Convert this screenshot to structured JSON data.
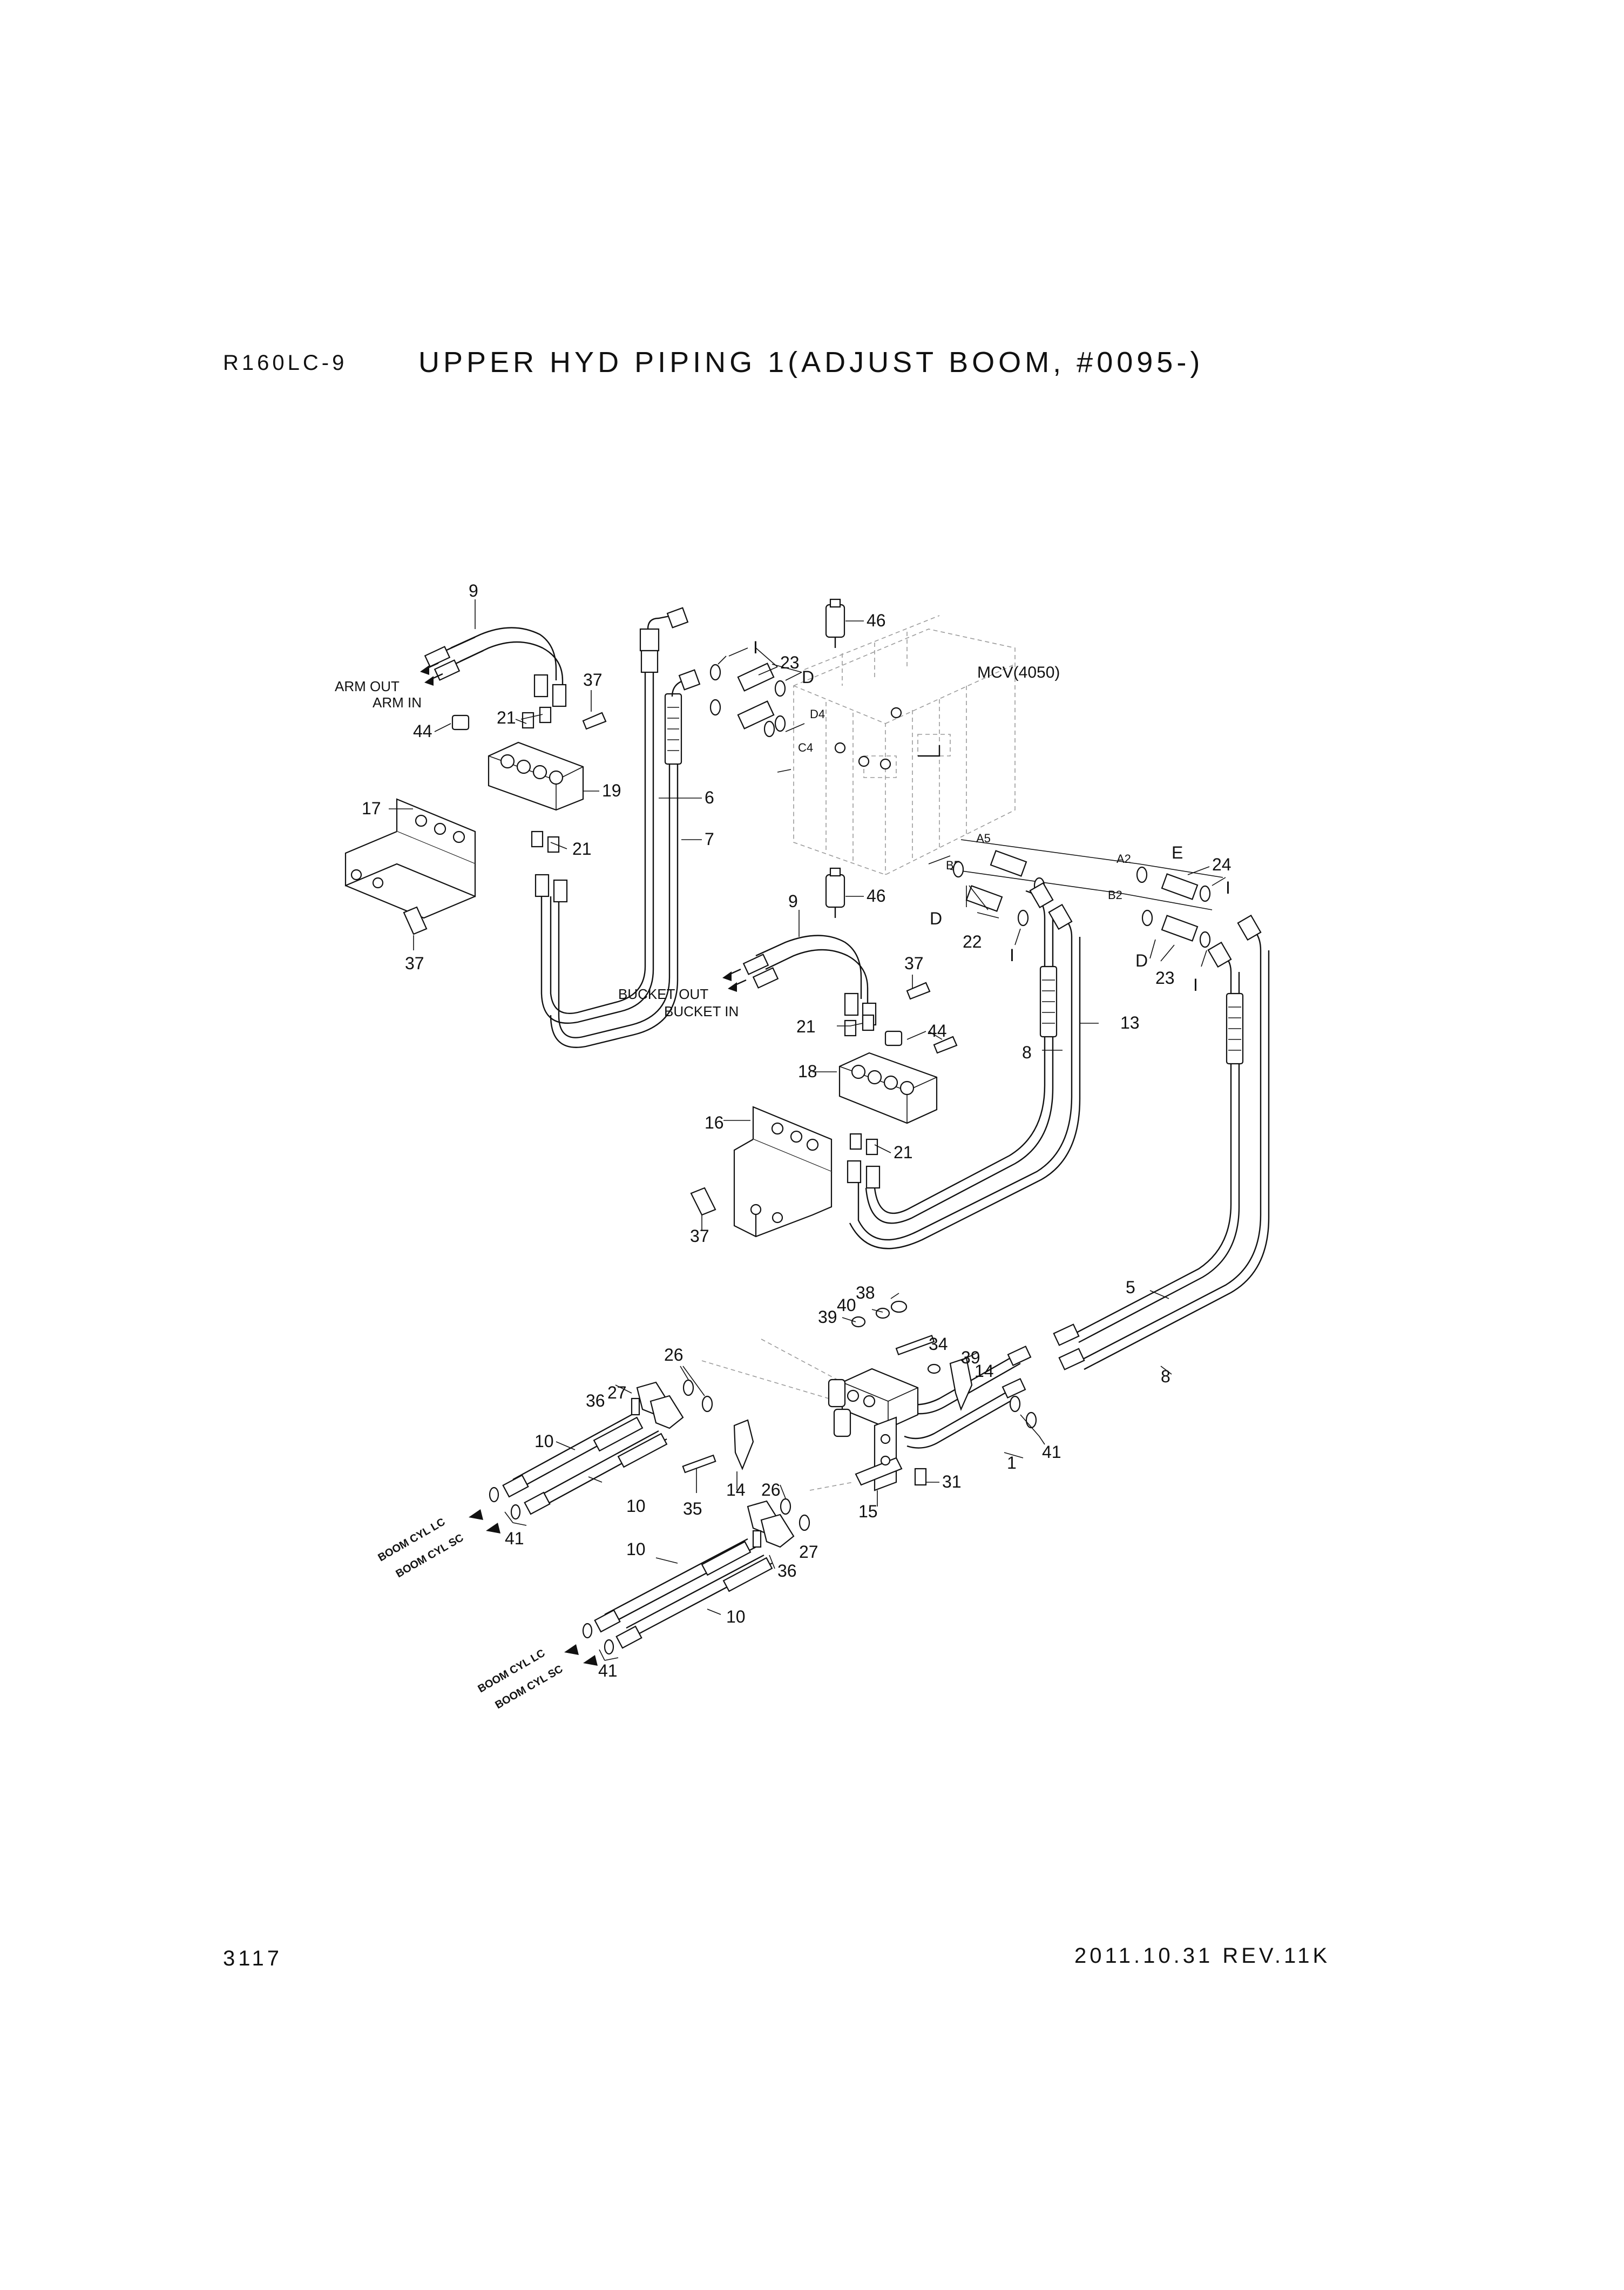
{
  "header": {
    "model": "R160LC-9",
    "title": "UPPER HYD PIPING 1(ADJUST BOOM, #0095-)"
  },
  "footer": {
    "page_number": "3117",
    "revision": "2011.10.31  REV.11K"
  },
  "diagram": {
    "component": "MCV(4050)",
    "ports": [
      "D4",
      "C4",
      "A5",
      "B5",
      "A2",
      "B2"
    ],
    "port_labels": {
      "arm_out": "ARM OUT",
      "arm_in": "ARM IN",
      "bucket_out": "BUCKET OUT",
      "bucket_in": "BUCKET IN",
      "boom_cyl_lc_1": "BOOM CYL LC",
      "boom_cyl_sc_1": "BOOM CYL SC",
      "boom_cyl_lc_2": "BOOM CYL LC",
      "boom_cyl_sc_2": "BOOM CYL SC"
    },
    "callouts": [
      "9",
      "46",
      "I",
      "23",
      "D",
      "37",
      "21",
      "44",
      "19",
      "17",
      "6",
      "21",
      "7",
      "37",
      "46",
      "9",
      "D",
      "22",
      "I",
      "E",
      "24",
      "I",
      "D",
      "23",
      "I",
      "37",
      "21",
      "44",
      "18",
      "8",
      "13",
      "16",
      "21",
      "37",
      "38",
      "40",
      "39",
      "34",
      "39",
      "14",
      "26",
      "36",
      "27",
      "10",
      "10",
      "41",
      "5",
      "8",
      "41",
      "1",
      "35",
      "14",
      "26",
      "31",
      "15",
      "10",
      "27",
      "36",
      "10",
      "41"
    ]
  }
}
